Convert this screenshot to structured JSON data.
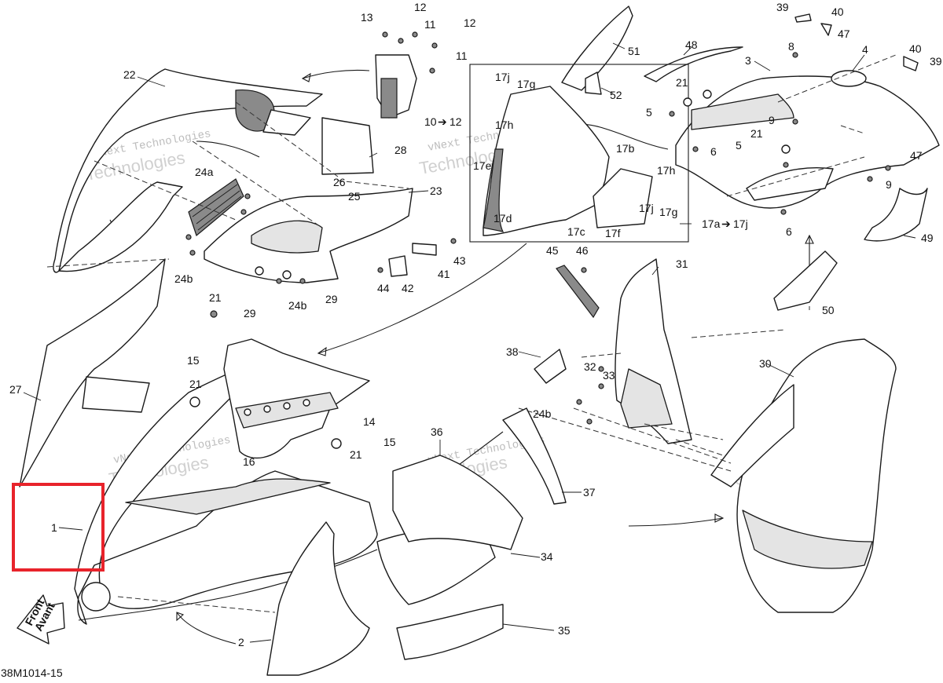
{
  "diagram": {
    "figure_code": "38M1014-15",
    "front_label": "Front",
    "front_label_fr": "Avant",
    "watermark_line1": "vNext Technologies",
    "watermark_big": "Technologies",
    "highlight_color": "#e8232b",
    "callouts": {
      "p1": "1",
      "p2": "2",
      "p4": "4",
      "p5a": "5",
      "p5b": "5",
      "p6a": "6",
      "p6b": "6",
      "p8": "8",
      "p9a": "9",
      "p9b": "9",
      "p10": "10",
      "p10arrow": "➔",
      "p10b": "12",
      "p11a": "11",
      "p11b": "11",
      "p12a": "12",
      "p12b": "12",
      "p13": "13",
      "p14": "14",
      "p15a": "15",
      "p15b": "15",
      "p16": "16",
      "p17a": "17a",
      "p17aarrow": "➔",
      "p17aj": "17j",
      "p17b": "17b",
      "p17c": "17c",
      "p17d": "17d",
      "p17e": "17e",
      "p17f": "17f",
      "p17ga": "17g",
      "p17gb": "17g",
      "p17ha": "17h",
      "p17hb": "17h",
      "p17ja": "17j",
      "p17jb": "17j",
      "p21a": "21",
      "p21b": "21",
      "p21c": "21",
      "p21d": "21",
      "p21e": "21",
      "p22": "22",
      "p23": "23",
      "p24a": "24a",
      "p24ba": "24b",
      "p24bb": "24b",
      "p24bc": "24b",
      "p25": "25",
      "p26": "26",
      "p27": "27",
      "p28": "28",
      "p29a": "29",
      "p29b": "29",
      "p30": "30",
      "p31": "31",
      "p32": "32",
      "p33": "33",
      "p34": "34",
      "p35": "35",
      "p36": "36",
      "p37": "37",
      "p38": "38",
      "p39a": "39",
      "p39b": "39",
      "p40a": "40",
      "p40b": "40",
      "p41": "41",
      "p42": "42",
      "p43": "43",
      "p44": "44",
      "p45": "45",
      "p46": "46",
      "p47a": "47",
      "p47b": "47",
      "p48": "48",
      "p49": "49",
      "p50": "50",
      "p51": "51",
      "p52": "52",
      "p3": "3"
    }
  }
}
